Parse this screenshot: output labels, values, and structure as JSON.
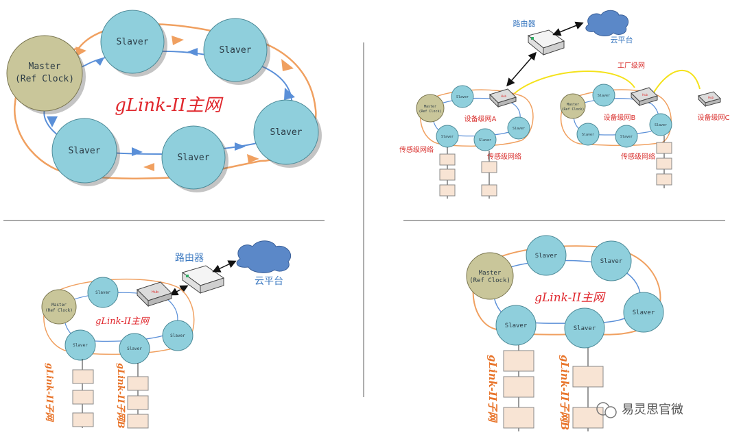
{
  "labels": {
    "master": "Master",
    "ref_clock": "(Ref Clock)",
    "slaver": "Slaver",
    "main_net": "gLink-II主网",
    "router": "路由器",
    "cloud": "云平台",
    "factory_net": "工厂级网",
    "device_net_a": "设备级网A",
    "device_net_b": "设备级网B",
    "device_net_c": "设备级网C",
    "sensor_net": "传感级网络",
    "sub_net_a": "gLink-II子网",
    "sub_net_b": "gLink-II子网B",
    "hub": "Hub",
    "watermark": "易灵思官微"
  },
  "colors": {
    "slaver_fill": "#8fcfdc",
    "master_fill": "#c9c69a",
    "ring_orange": "#f0a060",
    "ring_blue": "#5a8fd8",
    "title_red": "#e0282e",
    "cloud_blue": "#5b88c8",
    "factory_link": "#f4e21c",
    "node_box": "#f8e4d4"
  }
}
